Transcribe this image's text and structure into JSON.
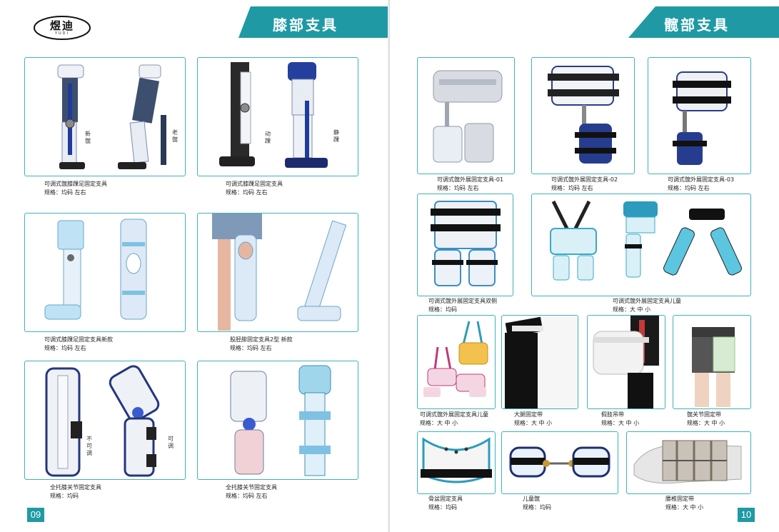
{
  "left": {
    "logo": {
      "name": "煜迪",
      "sub": "YUDI"
    },
    "banner": "膝部支具",
    "page_number": "09",
    "products": [
      {
        "name": "可调式髋膝踝足固定支具",
        "spec": "规格：均码 左右",
        "labels": [
          "新髋",
          "老髋"
        ]
      },
      {
        "name": "可调式膝踝足固定支具",
        "spec": "规格：均码 左右",
        "labels": [
          "动踝",
          "静踝"
        ]
      },
      {
        "name": "可调式膝踝足固定支具新款",
        "spec": "规格：均码 左右"
      },
      {
        "name": "股胫腓固定支具2型 新款",
        "spec": "规格：均码 左右"
      },
      {
        "name": "全托膝关节固定支具",
        "spec": "规格：均码",
        "labels": [
          "不可调",
          "可调"
        ]
      },
      {
        "name": "全托膝关节固定支具",
        "spec": "规格：均码 左右"
      }
    ]
  },
  "right": {
    "banner": "髋部支具",
    "page_number": "10",
    "products": [
      {
        "name": "可调式髋外展固定支具-01",
        "spec": "规格：均码 左右"
      },
      {
        "name": "可调式髋外展固定支具-02",
        "spec": "规格：均码 左右"
      },
      {
        "name": "可调式髋外展固定支具-03",
        "spec": "规格：均码 左右"
      },
      {
        "name": "可调式髋外展固定支具双侧",
        "spec": "规格：均码"
      },
      {
        "name": "可调式髋外展固定支具儿童",
        "spec": "规格：大 中 小"
      },
      {
        "name": "可调式髋外展固定支具儿童",
        "spec": "规格：大 中 小"
      },
      {
        "name": "大腿固定带",
        "spec": "规格：大 中 小"
      },
      {
        "name": "假肢吊带",
        "spec": "规格：大 中 小"
      },
      {
        "name": "髋关节固定带",
        "spec": "规格：大 中 小"
      },
      {
        "name": "骨盆固定支具",
        "spec": "规格：均码"
      },
      {
        "name": "儿童髋",
        "spec": "规格：均码"
      },
      {
        "name": "腰椎固定带",
        "spec": "规格：大 中 小"
      }
    ]
  }
}
